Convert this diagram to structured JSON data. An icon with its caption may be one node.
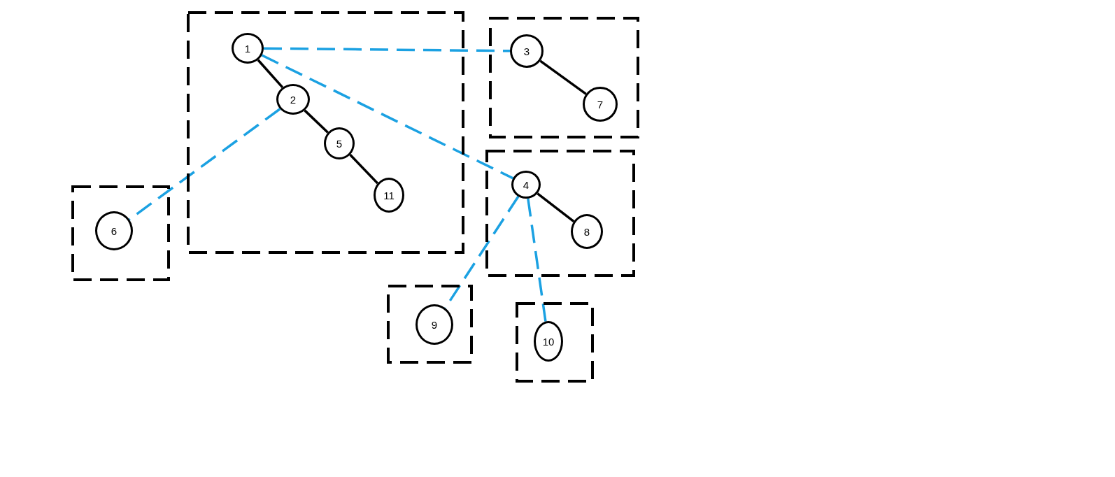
{
  "diagram": {
    "nodes": [
      {
        "text": [],
        "shape": "box"
      },
      {
        "text": [
          "1"
        ],
        "in": 0
      },
      {
        "text": [
          "2"
        ],
        "in": 0
      },
      {
        "text": [
          "5"
        ],
        "in": 0
      },
      {
        "text": [
          "11"
        ],
        "in": 0
      },
      {
        "text": [],
        "shape": "box"
      },
      {
        "text": [
          "3"
        ],
        "in": 5
      },
      {
        "text": [
          "7"
        ],
        "in": 5
      },
      {
        "text": [],
        "shape": "box"
      },
      {
        "text": [
          "4"
        ],
        "in": 8
      },
      {
        "text": [
          "8"
        ],
        "in": 8
      },
      {
        "text": [],
        "shape": "box"
      },
      {
        "text": [
          "6"
        ],
        "in": 11
      },
      {
        "text": [],
        "shape": "box"
      },
      {
        "text": [
          "9"
        ],
        "in": 13
      },
      {
        "text": [],
        "shape": "box"
      },
      {
        "text": [
          "10"
        ],
        "in": 15
      }
    ],
    "edges": [
      {
        "from": 1,
        "to": 2,
        "arrow": "none"
      },
      {
        "from": 2,
        "to": 3,
        "arrow": "none"
      },
      {
        "from": 3,
        "to": 4,
        "arrow": "none"
      },
      {
        "from": 6,
        "to": 7,
        "arrow": "none"
      },
      {
        "from": 9,
        "to": 10,
        "arrow": "none"
      },
      {
        "from": 1,
        "to": 6,
        "arrow": "none",
        "style": "dashed",
        "color": "#1ba1e2"
      },
      {
        "from": 1,
        "to": 9,
        "arrow": "none",
        "style": "dashed",
        "color": "#1ba1e2"
      },
      {
        "from": 2,
        "to": 12,
        "arrow": "none",
        "style": "dashed",
        "color": "#1ba1e2"
      },
      {
        "from": 9,
        "to": 14,
        "arrow": "none",
        "style": "dashed",
        "color": "#1ba1e2"
      },
      {
        "from": 9,
        "to": 16,
        "arrow": "none",
        "style": "dashed",
        "color": "#1ba1e2"
      }
    ]
  }
}
